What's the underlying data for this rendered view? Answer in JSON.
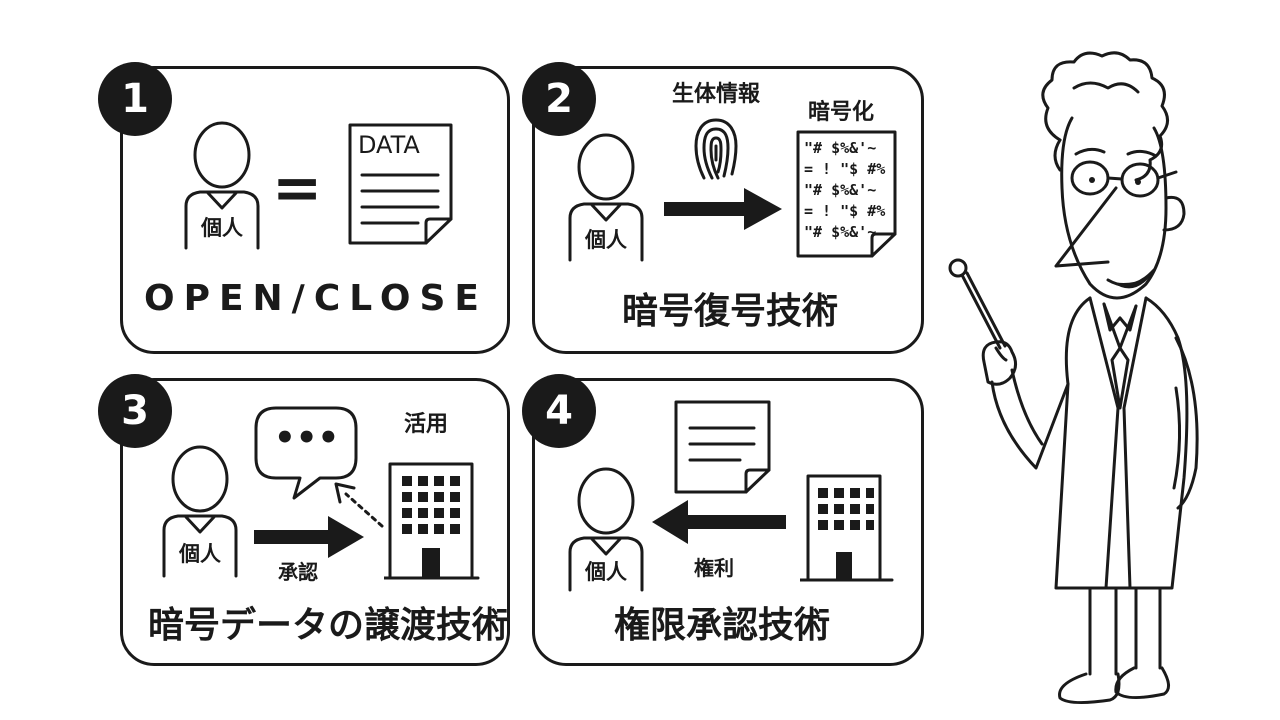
{
  "panels": [
    {
      "number": "1",
      "title": "OPEN/CLOSE",
      "person_label": "個人",
      "equals": "=",
      "doc_label": "DATA"
    },
    {
      "number": "2",
      "title": "暗号復号技術",
      "person_label": "個人",
      "biometric_label": "生体情報",
      "encrypted_label": "暗号化",
      "cipher_lines": [
        "\"# $%&'~",
        "= ! \"$ #%",
        "\"# $%&'~",
        "= ! \"$ #%",
        "\"# $%&'~"
      ]
    },
    {
      "number": "3",
      "title": "暗号データの譲渡技術",
      "person_label": "個人",
      "arrow_label": "承認",
      "building_label": "活用",
      "bubble_text": "•••"
    },
    {
      "number": "4",
      "title": "権限承認技術",
      "person_label": "個人",
      "arrow_label": "権利"
    }
  ],
  "icons": [
    "person-icon",
    "document-icon",
    "fingerprint-icon",
    "arrow-right-icon",
    "arrow-left-icon",
    "speech-bubble-icon",
    "building-icon",
    "presenter-character"
  ],
  "colors": {
    "ink": "#1a1a1a",
    "background": "#ffffff"
  }
}
